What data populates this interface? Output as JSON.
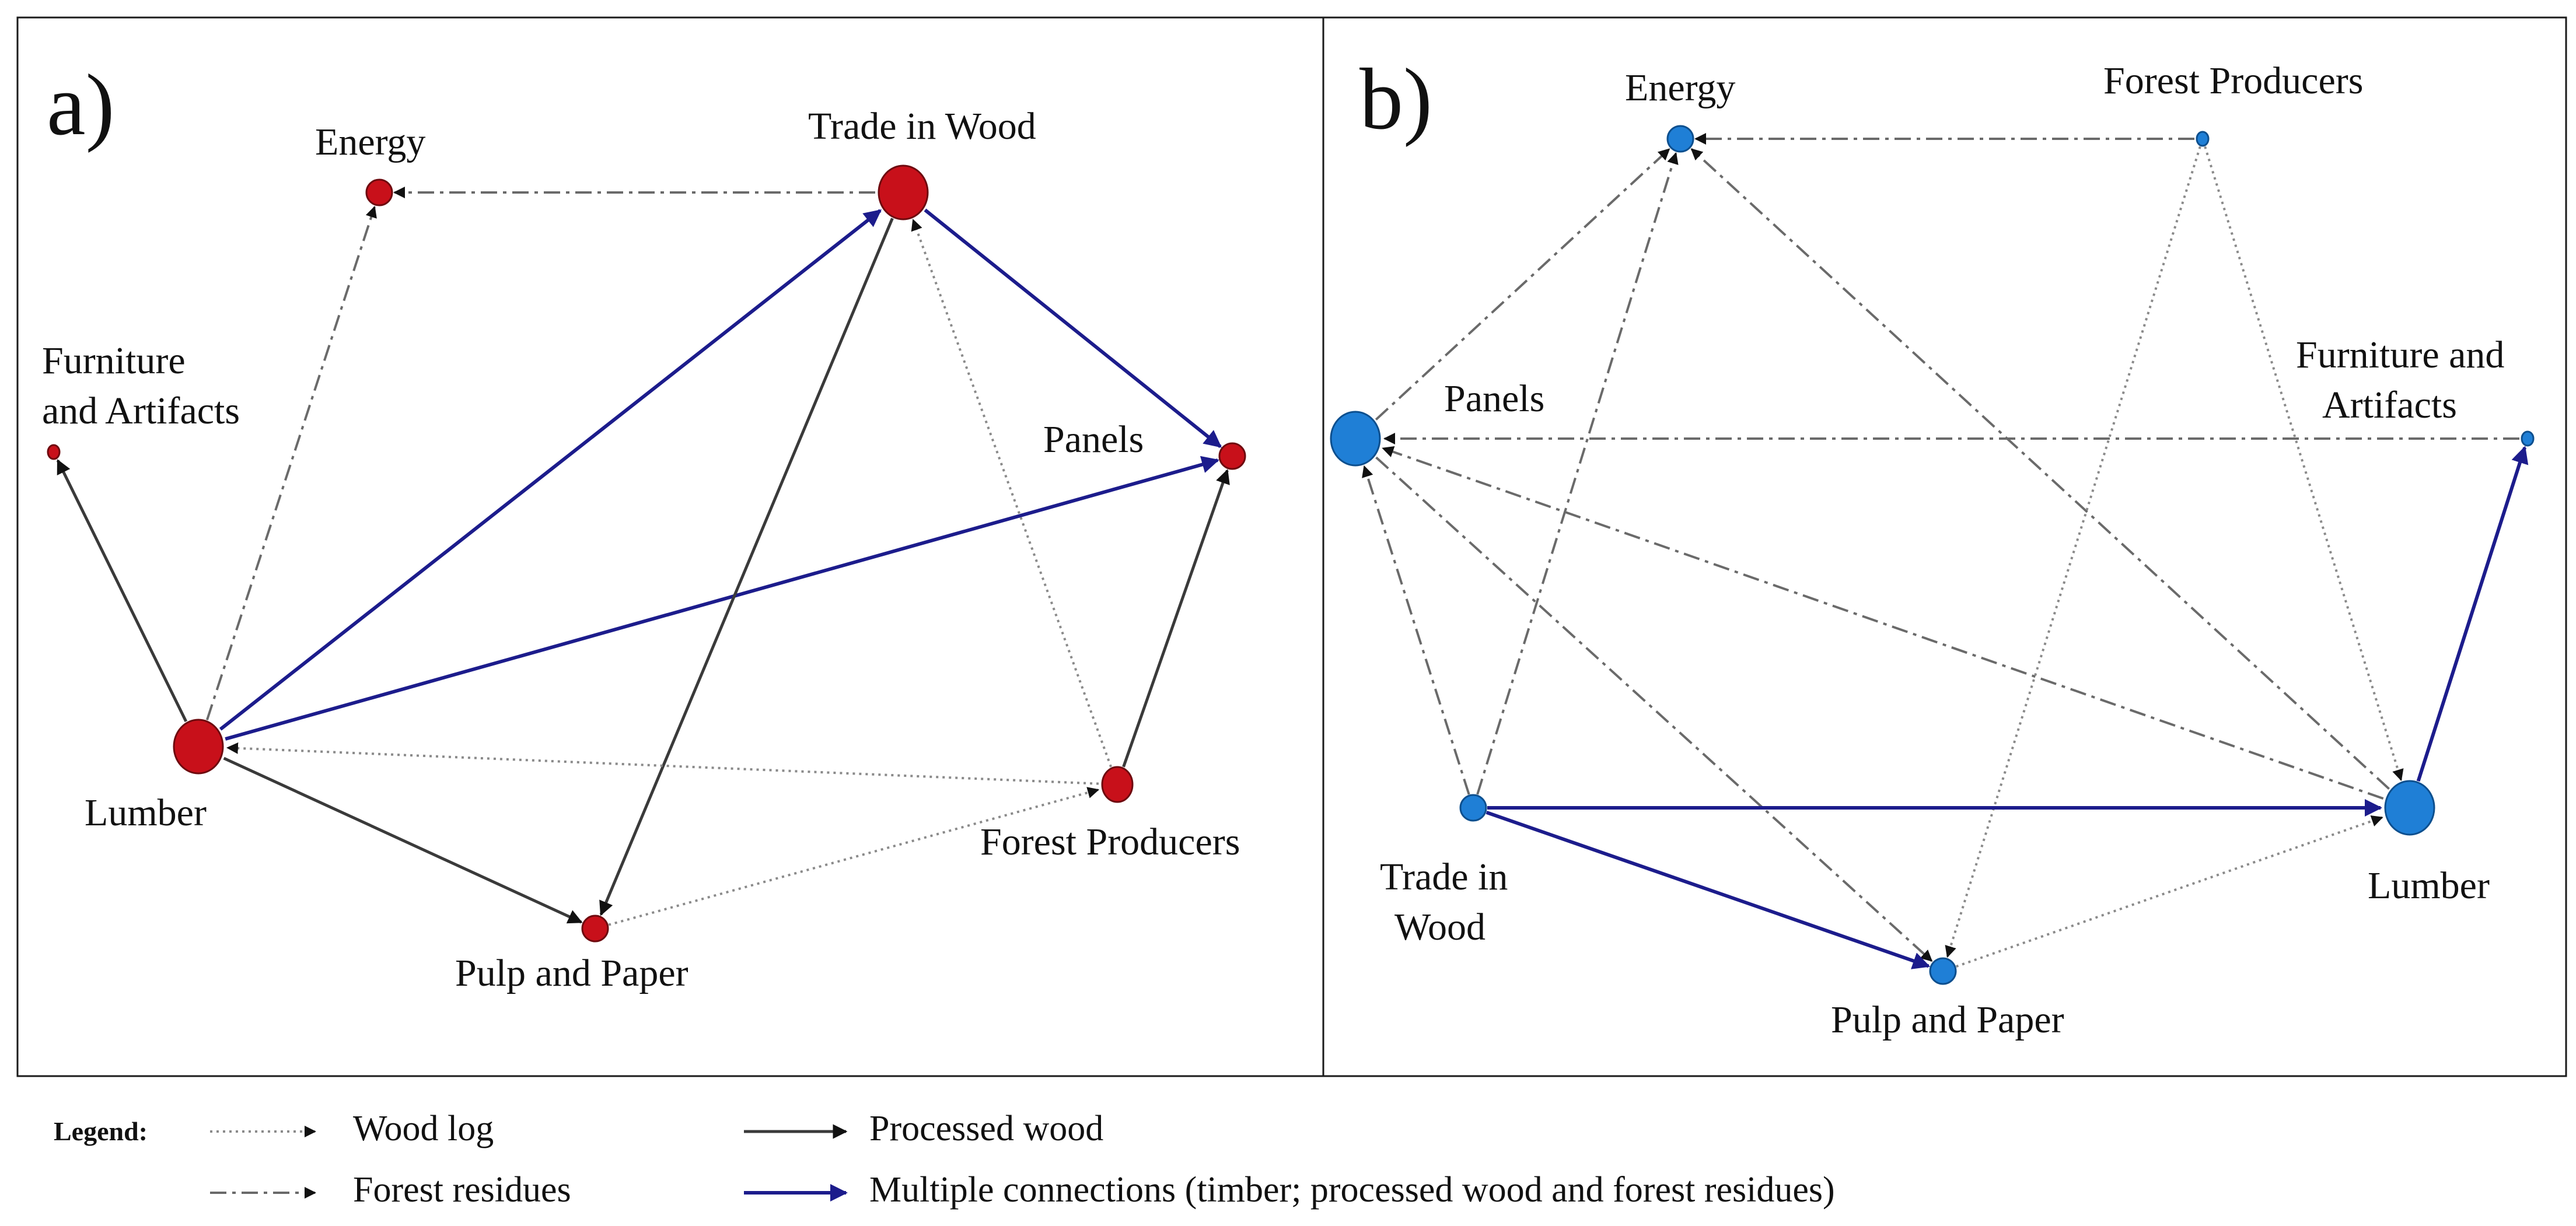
{
  "colors": {
    "panel_a_node": "#c8101a",
    "panel_a_node_stroke": "#6e0a0f",
    "panel_b_node": "#1f7fd6",
    "panel_b_node_stroke": "#0d4f8e",
    "wood_log": "#8a8a8a",
    "forest_residues": "#6a6a6a",
    "processed_wood": "#3a3a3a",
    "multiple_connections": "#1c1c8c"
  },
  "panels": [
    {
      "id": "a",
      "letter": "a)",
      "node_color_key": "panel_a_node",
      "nodes": [
        {
          "id": "energy",
          "label": "Energy",
          "size": "small"
        },
        {
          "id": "trade",
          "label": "Trade in Wood",
          "size": "large"
        },
        {
          "id": "furniture",
          "label": "Furniture and Artifacts",
          "size": "tiny"
        },
        {
          "id": "panels",
          "label": "Panels",
          "size": "small"
        },
        {
          "id": "lumber",
          "label": "Lumber",
          "size": "large"
        },
        {
          "id": "forest",
          "label": "Forest Producers",
          "size": "medium"
        },
        {
          "id": "pulp",
          "label": "Pulp and Paper",
          "size": "small"
        }
      ],
      "edges": [
        {
          "from": "trade",
          "to": "energy",
          "type": "forest_residues"
        },
        {
          "from": "lumber",
          "to": "energy",
          "type": "forest_residues"
        },
        {
          "from": "lumber",
          "to": "furniture",
          "type": "processed_wood"
        },
        {
          "from": "lumber",
          "to": "trade",
          "type": "multiple_connections"
        },
        {
          "from": "lumber",
          "to": "panels",
          "type": "multiple_connections"
        },
        {
          "from": "trade",
          "to": "panels",
          "type": "multiple_connections"
        },
        {
          "from": "trade",
          "to": "pulp",
          "type": "processed_wood"
        },
        {
          "from": "forest",
          "to": "trade",
          "type": "wood_log"
        },
        {
          "from": "forest",
          "to": "panels",
          "type": "processed_wood"
        },
        {
          "from": "forest",
          "to": "lumber",
          "type": "wood_log"
        },
        {
          "from": "pulp",
          "to": "forest",
          "type": "wood_log"
        },
        {
          "from": "lumber",
          "to": "pulp",
          "type": "processed_wood"
        }
      ]
    },
    {
      "id": "b",
      "letter": "b)",
      "node_color_key": "panel_b_node",
      "nodes": [
        {
          "id": "energy",
          "label": "Energy",
          "size": "small"
        },
        {
          "id": "forest",
          "label": "Forest Producers",
          "size": "tiny"
        },
        {
          "id": "panels",
          "label": "Panels",
          "size": "large"
        },
        {
          "id": "furniture",
          "label": "Furniture and Artifacts",
          "size": "tiny"
        },
        {
          "id": "trade",
          "label": "Trade in Wood",
          "size": "small"
        },
        {
          "id": "lumber",
          "label": "Lumber",
          "size": "large"
        },
        {
          "id": "pulp",
          "label": "Pulp and Paper",
          "size": "small"
        }
      ],
      "edges": [
        {
          "from": "forest",
          "to": "energy",
          "type": "forest_residues"
        },
        {
          "from": "panels",
          "to": "energy",
          "type": "forest_residues"
        },
        {
          "from": "trade",
          "to": "energy",
          "type": "forest_residues"
        },
        {
          "from": "lumber",
          "to": "energy",
          "type": "forest_residues"
        },
        {
          "from": "furniture",
          "to": "panels",
          "type": "forest_residues"
        },
        {
          "from": "trade",
          "to": "panels",
          "type": "forest_residues"
        },
        {
          "from": "lumber",
          "to": "panels",
          "type": "forest_residues"
        },
        {
          "from": "panels",
          "to": "pulp",
          "type": "forest_residues"
        },
        {
          "from": "forest",
          "to": "pulp",
          "type": "wood_log"
        },
        {
          "from": "forest",
          "to": "lumber",
          "type": "wood_log"
        },
        {
          "from": "lumber",
          "to": "furniture",
          "type": "multiple_connections"
        },
        {
          "from": "trade",
          "to": "lumber",
          "type": "multiple_connections"
        },
        {
          "from": "trade",
          "to": "pulp",
          "type": "multiple_connections"
        },
        {
          "from": "pulp",
          "to": "lumber",
          "type": "wood_log"
        }
      ]
    }
  ],
  "legend": {
    "title": "Legend:",
    "items": [
      {
        "type": "wood_log",
        "label": "Wood log"
      },
      {
        "type": "forest_residues",
        "label": "Forest residues"
      },
      {
        "type": "processed_wood",
        "label": "Processed wood"
      },
      {
        "type": "multiple_connections",
        "label": "Multiple connections (timber; processed wood and forest residues)"
      }
    ]
  }
}
